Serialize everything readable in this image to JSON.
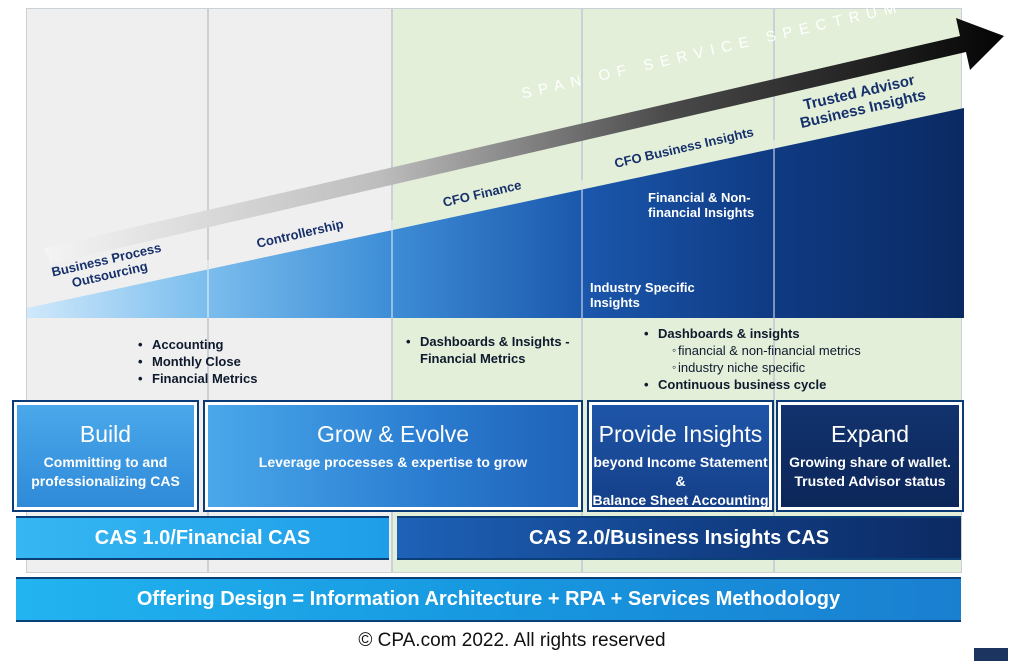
{
  "stages": {
    "bpo": "Business Process Outsourcing",
    "controllership": "Controllership",
    "cfo_finance": "CFO Finance",
    "cfo_business_insights": "CFO Business Insights",
    "trusted_advisor": "Trusted Advisor Business Insights",
    "financial_non_financial": "Financial & Non-financial Insights",
    "industry_specific": "Industry Specific Insights"
  },
  "arrow": {
    "label": "SPAN OF SERVICE SPECTRUM"
  },
  "bullets": {
    "col1": [
      "Accounting",
      "Monthly Close",
      "Financial Metrics"
    ],
    "col2": [
      "Dashboards & Insights - Financial Metrics"
    ],
    "col3": {
      "main1": "Dashboards & insights",
      "sub1": "financial & non-financial metrics",
      "sub2": "industry niche specific",
      "main2": "Continuous business cycle"
    }
  },
  "phases": {
    "build": {
      "title": "Build",
      "sub1": "Committing to and",
      "sub2": "professionalizing CAS"
    },
    "grow": {
      "title": "Grow & Evolve",
      "sub1": "Leverage processes & expertise to grow"
    },
    "provide": {
      "title": "Provide Insights",
      "sub1": "beyond Income Statement &",
      "sub2": "Balance Sheet Accounting"
    },
    "expand": {
      "title": "Expand",
      "sub1": "Growing share of wallet.",
      "sub2": "Trusted Advisor status"
    }
  },
  "bands": {
    "cas1": "CAS 1.0/Financial CAS",
    "cas2": "CAS 2.0/Business Insights CAS",
    "offering": "Offering Design = Information Architecture + RPA + Services Methodology"
  },
  "copyright": "© CPA.com 2022. All rights reserved",
  "colors": {
    "grey_bg": "#eeeeee",
    "green_bg": "#e4f0da",
    "light_blue": "#43a3e6",
    "mid_blue": "#1a5fb4",
    "dark_navy": "#0d2a66",
    "cyan": "#22b4f0"
  }
}
